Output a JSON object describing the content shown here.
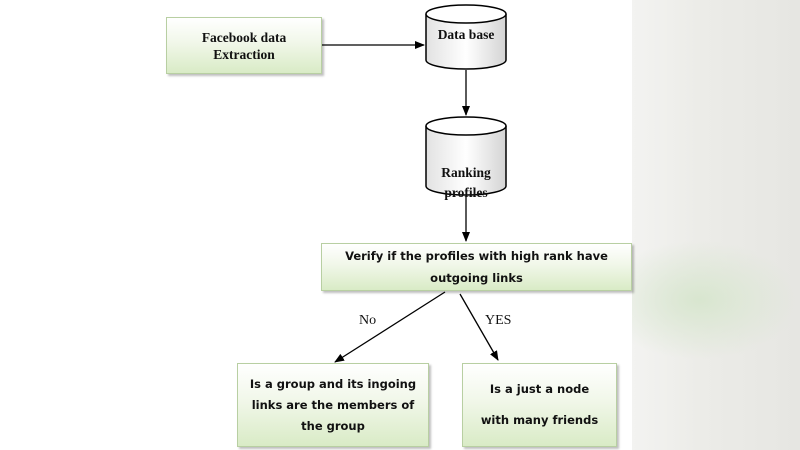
{
  "nodes": {
    "extract": {
      "text": "Facebook data\nExtraction"
    },
    "database": {
      "text": "Data base"
    },
    "ranking": {
      "text": "Ranking\nprofiles"
    },
    "verify": {
      "text": "Verify if the profiles with high rank have outgoing links"
    },
    "group": {
      "text": "Is a group and its ingoing links are the members of the group"
    },
    "node": {
      "text": "Is a just a node with many friends"
    }
  },
  "edges": {
    "no_label": "No",
    "yes_label": "YES"
  }
}
